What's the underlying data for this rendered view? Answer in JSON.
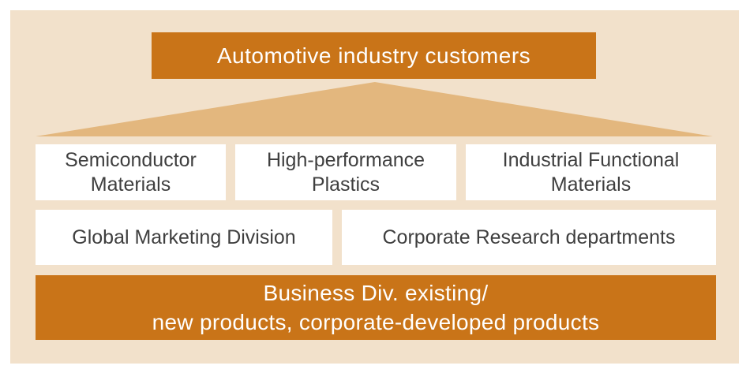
{
  "colors": {
    "background": "#FFFFFF",
    "panel": "#F2E1CB",
    "accent_orange": "#C97418",
    "funnel_tan": "#E3B77E",
    "box_white": "#FFFFFF",
    "text_dark": "#3F3F3F",
    "text_light": "#FFFFFF"
  },
  "diagram": {
    "top_box": {
      "label": "Automotive industry customers"
    },
    "division_boxes": [
      {
        "line1": "Semiconductor",
        "line2": "Materials"
      },
      {
        "line1": "High-performance",
        "line2": "Plastics"
      },
      {
        "line1": "Industrial Functional",
        "line2": "Materials"
      }
    ],
    "support_boxes": [
      {
        "label": "Global Marketing Division"
      },
      {
        "label": "Corporate Research departments"
      }
    ],
    "bottom_box": {
      "line1": "Business Div. existing/",
      "line2": "new products, corporate-developed products"
    }
  }
}
